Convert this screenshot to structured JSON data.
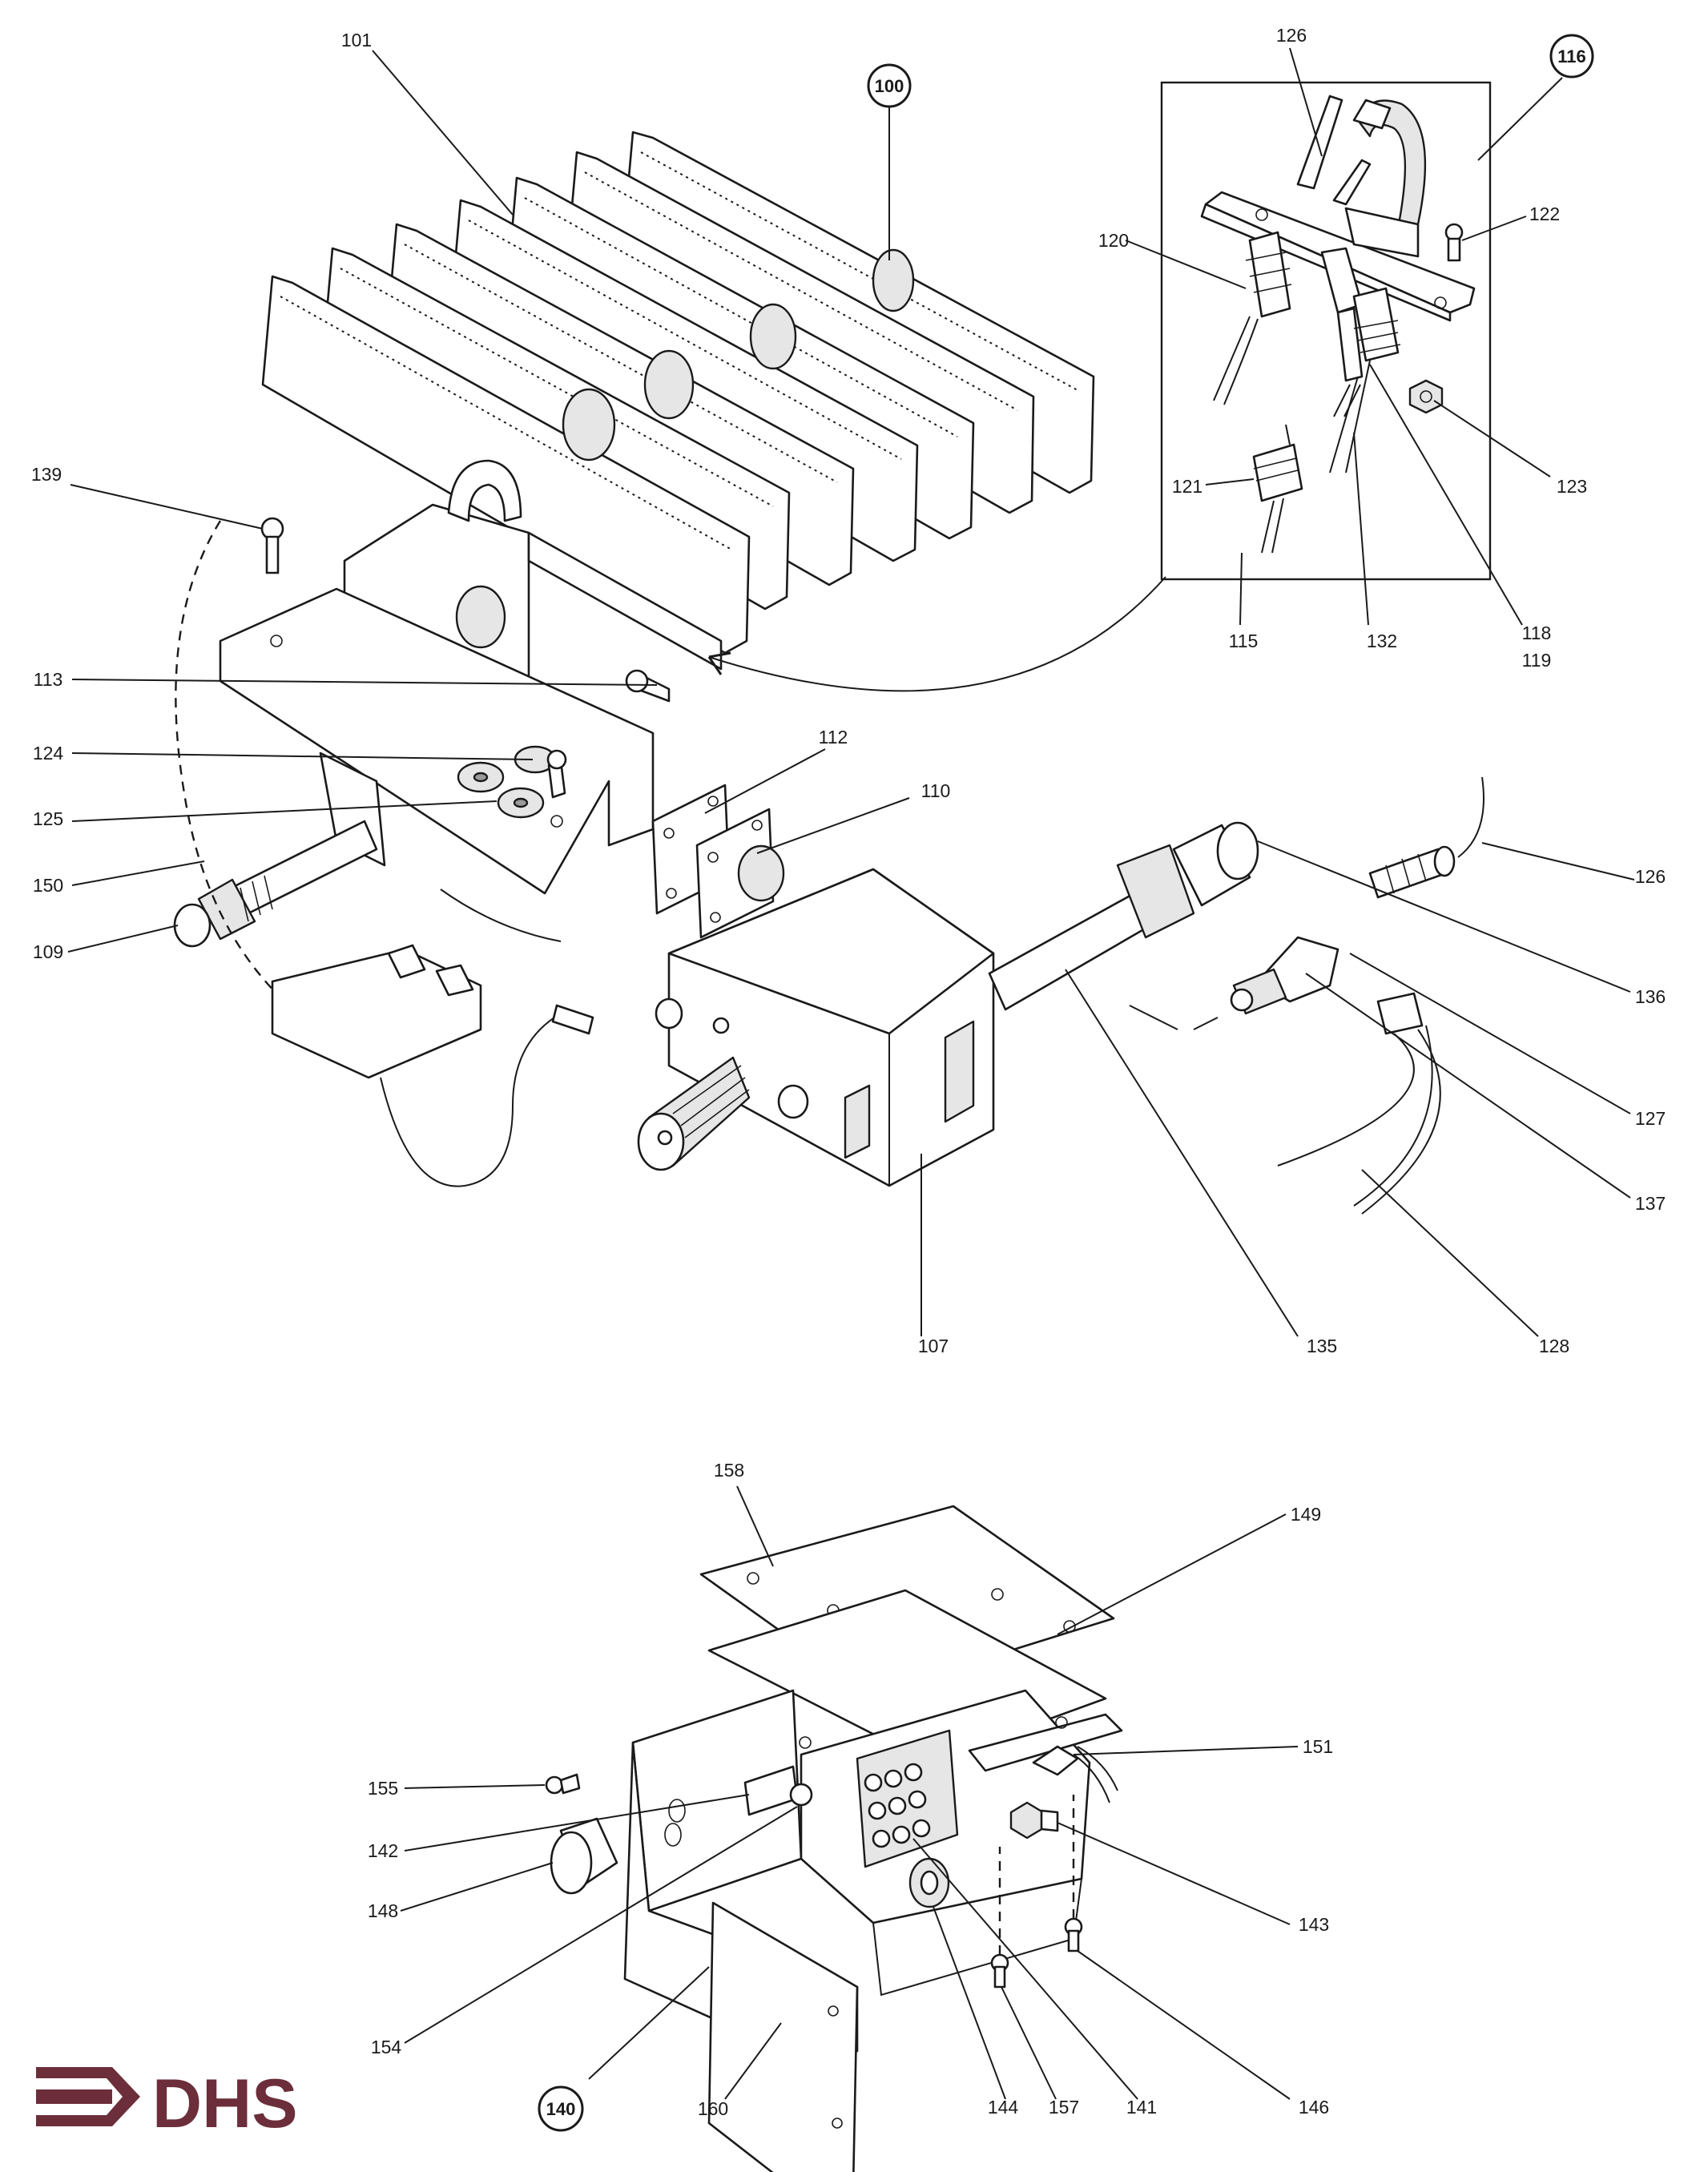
{
  "logo": {
    "text": "DHS",
    "color": "#6b2e3a"
  },
  "upper_assembly": {
    "badge": "100",
    "labels": {
      "burner_bars": "101",
      "gas_valve": "107",
      "igniter_button": "109",
      "valve_flange": "110",
      "flange_gasket": "112",
      "bracket_screw": "113",
      "washer_a": "124",
      "washer_b": "125",
      "fixing_screw": "139",
      "capillary": "150",
      "pipe": "135",
      "connector_126": "126",
      "union": "136",
      "nut": "127",
      "thermocouple_tip": "137",
      "lead": "128"
    }
  },
  "pilot_inset": {
    "badge": "116",
    "labels": {
      "electrode": "126",
      "nut_120": "120",
      "screw_122": "122",
      "nut_123": "123",
      "sleeve_121": "121",
      "pilot_115": "115",
      "tube_132": "132",
      "fitting_118": "118",
      "fitting_119": "119"
    }
  },
  "lower_assembly": {
    "badge": "140",
    "labels": {
      "cover_plate": "158",
      "top_gasket": "149",
      "cable_gland": "151",
      "front_screw": "155",
      "spindle": "142",
      "knob": "148",
      "switch": "154",
      "side_panel": "160",
      "grommet": "144",
      "screw_157": "157",
      "terminal_block": "141",
      "bush_143": "143",
      "screw_146": "146"
    }
  }
}
